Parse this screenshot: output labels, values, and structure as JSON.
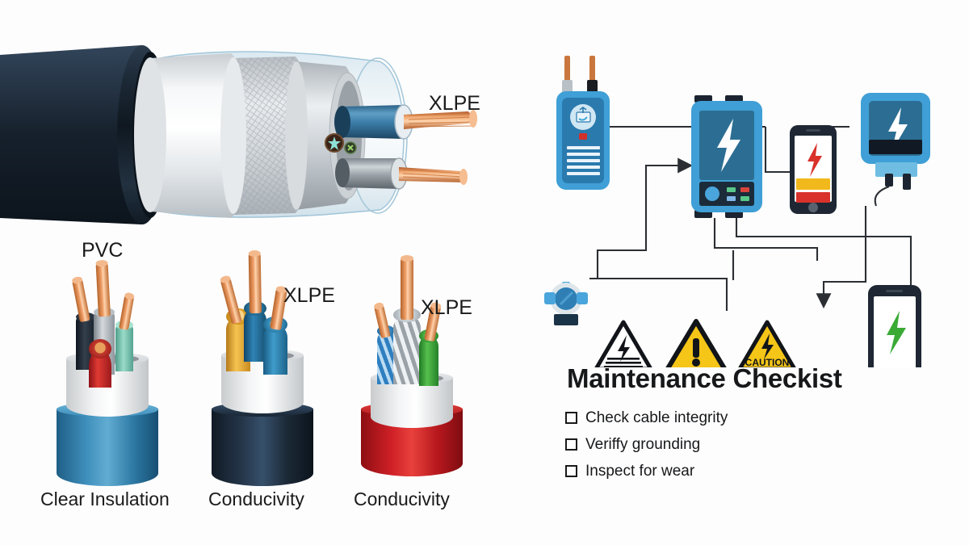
{
  "labels": {
    "main_cable_xlpe": "XLPE",
    "cable1_top": "PVC",
    "cable2_top": "XLPE",
    "cable3_top": "XLPE",
    "cable1_bottom": "Clear Insulation",
    "cable2_bottom": "Conducivity",
    "cable3_bottom": "Conducivity"
  },
  "checklist": {
    "title": "Maintenance Checkist",
    "items": [
      {
        "label": "Check cable integrity",
        "checked": false
      },
      {
        "label": "Veriffy grounding",
        "checked": false
      },
      {
        "label": "Inspect for wear",
        "checked": false
      }
    ]
  },
  "diagram": {
    "devices": [
      {
        "name": "cable-tester",
        "type": "handheld-tester",
        "icon": "plug-tester-icon"
      },
      {
        "name": "power-analyzer",
        "type": "panel-unit",
        "icon": "lightning-bolt-icon"
      },
      {
        "name": "smartphone-charging",
        "type": "phone",
        "icon": "lightning-bolt-icon"
      },
      {
        "name": "power-supply",
        "type": "adapter",
        "icon": "lightning-bolt-icon"
      },
      {
        "name": "junction-valve",
        "type": "sensor",
        "icon": "valve-icon"
      },
      {
        "name": "smartphone-verified",
        "type": "phone",
        "icon": "green-lightning-bolt-icon"
      }
    ],
    "signs": [
      {
        "name": "high-voltage-sign",
        "text": "",
        "shape": "triangle",
        "style": "outline"
      },
      {
        "name": "general-warning-sign",
        "text": "",
        "shape": "triangle",
        "style": "yellow"
      },
      {
        "name": "caution-sign",
        "text": "CAUTION",
        "shape": "triangle",
        "style": "yellow"
      }
    ]
  },
  "colors": {
    "sheath_blue": "#2f83b4",
    "sheath_dark": "#1f2b3a",
    "sheath_red": "#cf2027",
    "insulation_white": "#eef0f1",
    "copper": "#d4884a",
    "accent_blue": "#2f90cc",
    "panel_blue": "#3d9bd4",
    "warning_yellow": "#f5c518",
    "green": "#3aaa35",
    "wire_stroke": "#2b2f33"
  }
}
